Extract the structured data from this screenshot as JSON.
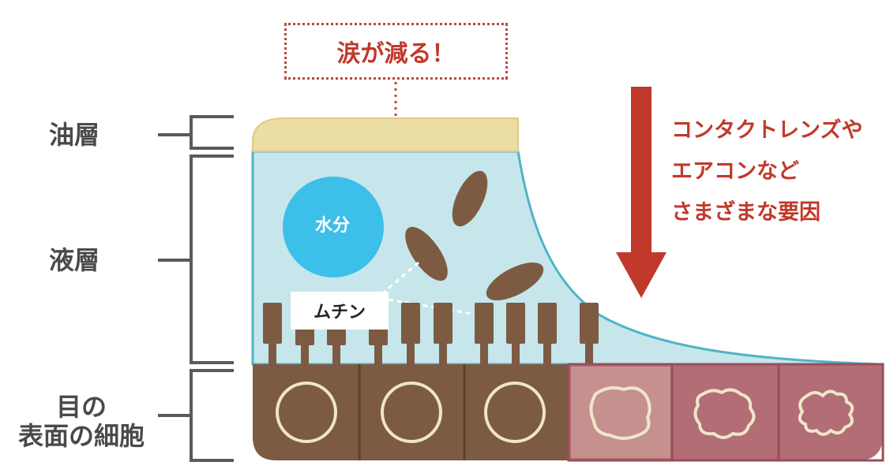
{
  "callout": {
    "text": "涙が減る！"
  },
  "layers": {
    "oil": "油層",
    "liquid": "液層",
    "cells_line1": "目の",
    "cells_line2": "表面の細胞"
  },
  "water_label": "水分",
  "mucin_label": "ムチン",
  "cause": {
    "line1": "コンタクトレンズや",
    "line2": "エアコンなど",
    "line3": "さまざまな要因"
  },
  "colors": {
    "oil_layer": "#ecdda2",
    "liquid_layer": "#c6e6ec",
    "water_drop": "#3cbfe8",
    "mucin": "#7d5b42",
    "healthy_cell": "#7d5b42",
    "damaged_cell": "#b26d77",
    "damaged_cell_light": "#c6908f",
    "arrow": "#c0392b",
    "bracket": "#5a5a5a"
  }
}
